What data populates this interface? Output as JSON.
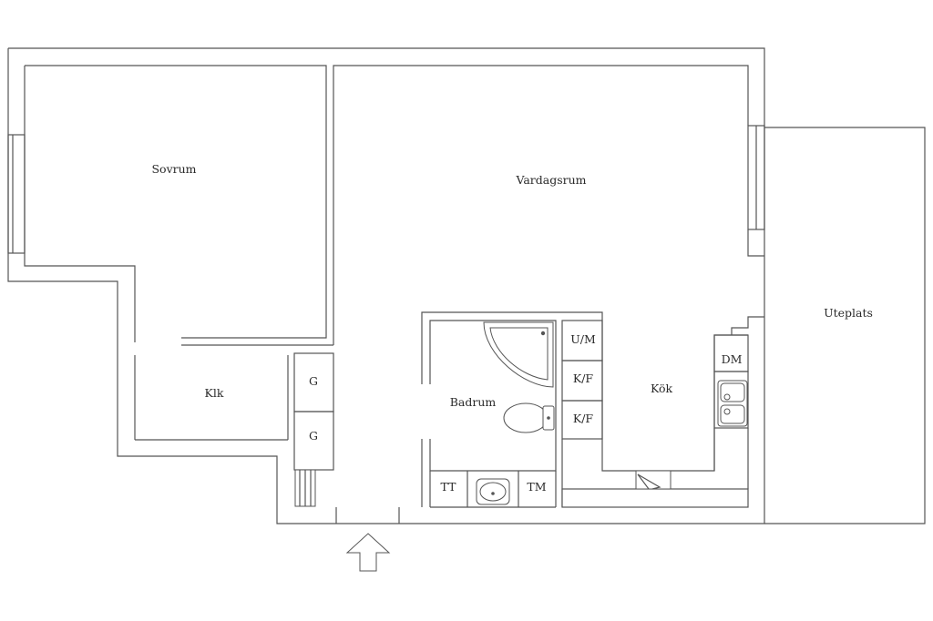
{
  "rooms": {
    "sovrum": "Sovrum",
    "vardagsrum": "Vardagsrum",
    "klk": "Klk",
    "badrum": "Badrum",
    "kok": "Kök",
    "uteplats": "Uteplats"
  },
  "fixtures": {
    "g_upper": "G",
    "g_lower": "G",
    "um": "U/M",
    "kf_upper": "K/F",
    "kf_lower": "K/F",
    "dm": "DM",
    "tt": "TT",
    "tm": "TM"
  },
  "colors": {
    "lines": "#555555",
    "text": "#2a2a2a",
    "background": "#ffffff"
  },
  "icons": [
    "entrance-arrow-icon",
    "corner-bathtub-icon",
    "toilet-icon",
    "washbasin-icon",
    "double-sink-icon",
    "stove-icon",
    "radiator-icon"
  ]
}
